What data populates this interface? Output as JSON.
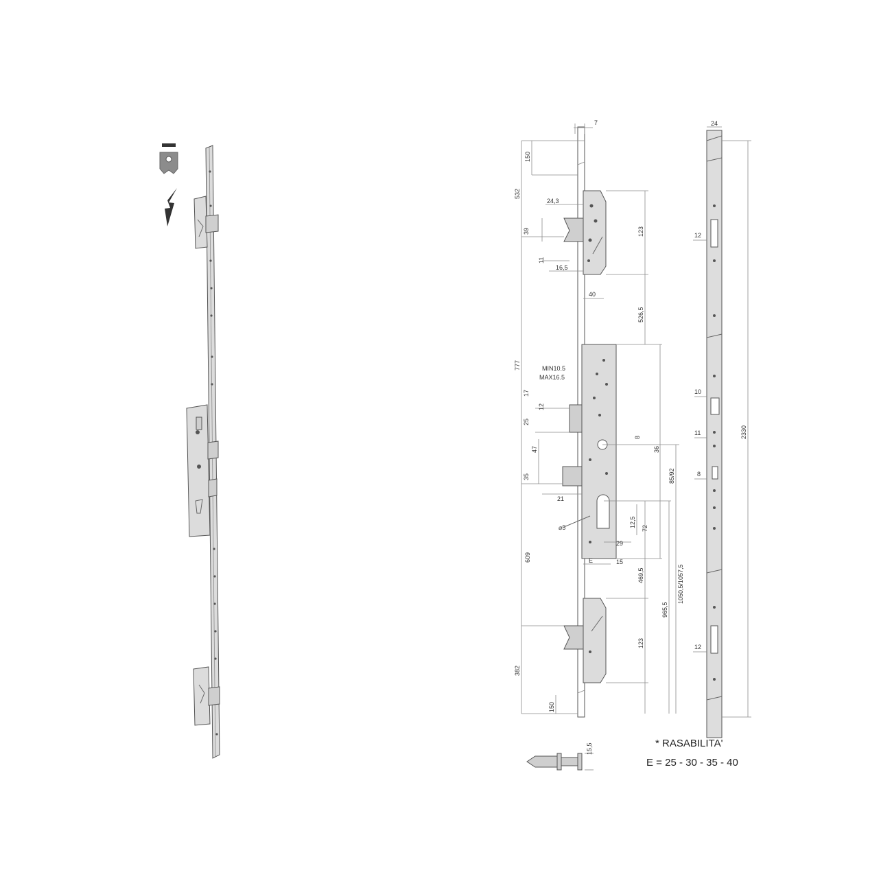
{
  "icons": {
    "top": "bar-icon",
    "middle": "cylinder-plate-icon",
    "bottom": "lightning-icon"
  },
  "dimensions": {
    "d7": "7",
    "d24": "24",
    "d150_top": "150",
    "d532": "532",
    "d24_3": "24,3",
    "d39": "39",
    "d11_a": "11",
    "d16_5": "16,5",
    "d123": "123",
    "d40": "40",
    "d526_5": "526,5",
    "d777": "777",
    "min": "MIN10.5",
    "max": "MAX16.5",
    "d17": "17",
    "d12_a": "12",
    "d25": "25",
    "d47": "47",
    "d35": "35",
    "d21": "21",
    "d8": "8",
    "d36": "36",
    "d85_92": "85/92",
    "dia5": "⌀5",
    "d12_5": "12,5",
    "d72": "72",
    "d29": "29",
    "dE": "E",
    "d15": "15",
    "d609": "609",
    "d469_5": "469,5",
    "d965_5": "965,5",
    "d1050": "1050,5/1057,5",
    "d123_b": "123",
    "d382": "382",
    "d150_bottom": "150",
    "d15_5": "15,5",
    "d12_side_top": "12",
    "d10_side": "10",
    "d11_side": "11",
    "d8_side": "8",
    "d12_side_bottom": "12",
    "d2330": "2330"
  },
  "note": {
    "line1": "* RASABILITA'",
    "line2": "E = 25 - 30 - 35 - 40"
  }
}
